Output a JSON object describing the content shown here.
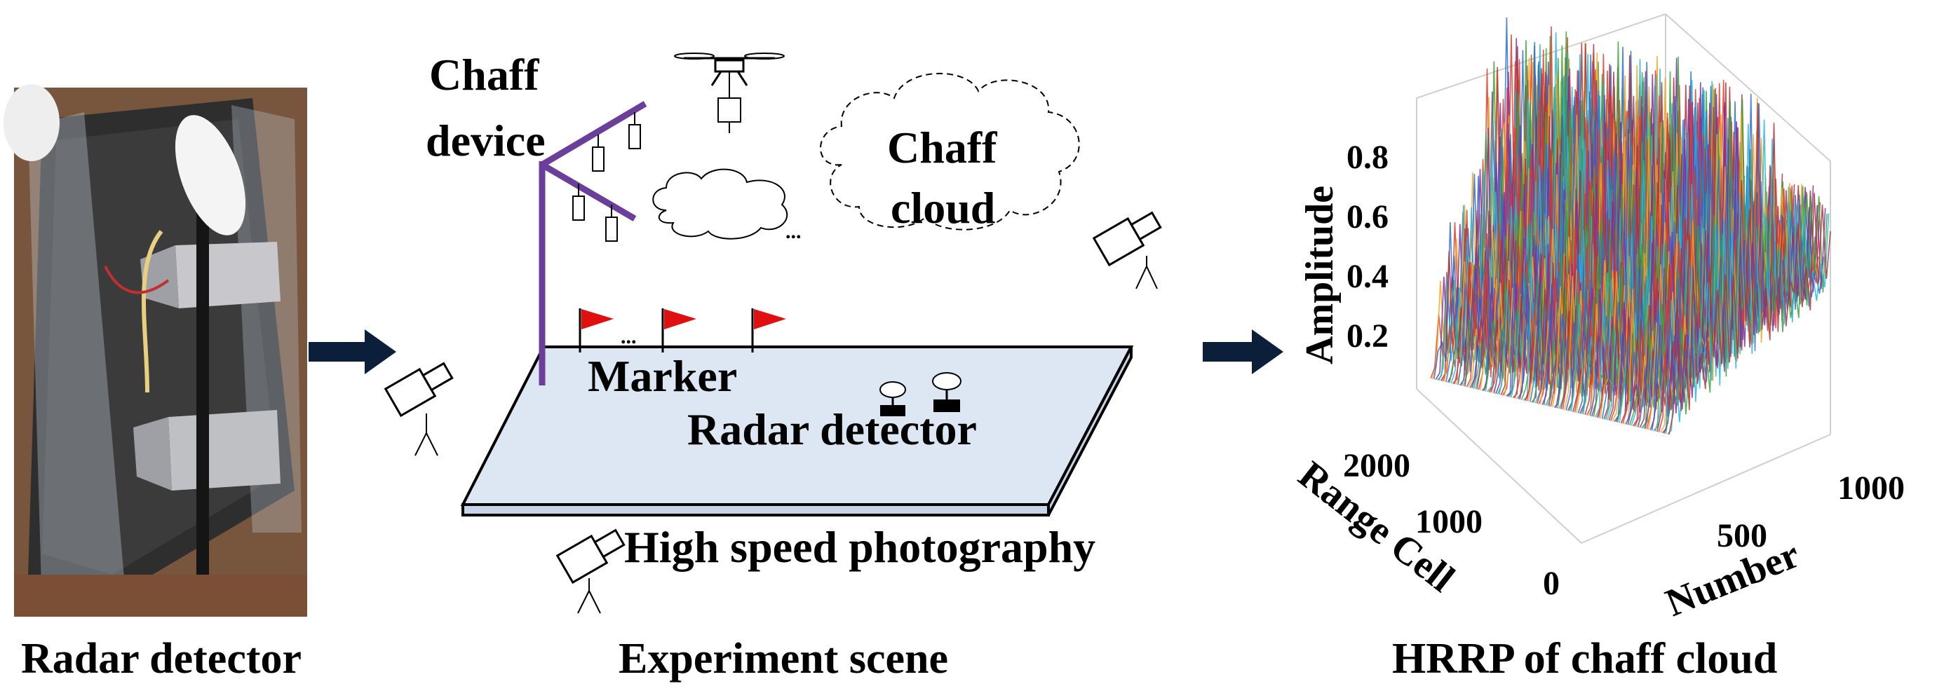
{
  "panels": {
    "left_caption": "Radar detector",
    "middle_caption": "Experiment scene",
    "right_caption": "HRRP of chaff cloud"
  },
  "scene": {
    "chaff_device_line1": "Chaff",
    "chaff_device_line2": "device",
    "chaff_cloud_line1": "Chaff",
    "chaff_cloud_line2": "cloud",
    "marker": "Marker",
    "radar_detector": "Radar detector",
    "high_speed_photography": "High speed photography",
    "ellipsis": "...",
    "ellipsis2": "..."
  },
  "colors": {
    "arrow": "#0b1f3a",
    "pole": "#6a3e9a",
    "flag": "#e01010",
    "platform": "#dde6f3"
  },
  "chart_data": {
    "type": "surface",
    "zlabel": "Amplitude",
    "ylabel": "Range Cell",
    "xlabel": "Number",
    "z_ticks": [
      "0.2",
      "0.4",
      "0.6",
      "0.8"
    ],
    "y_ticks": [
      "0",
      "1000",
      "2000"
    ],
    "x_ticks": [
      "500",
      "1000"
    ],
    "zlim": [
      0,
      1
    ],
    "series_colors": [
      "#e23b2a",
      "#f2a81d",
      "#2a6fd6",
      "#7b2fa8",
      "#3aa33a",
      "#22b8d8",
      "#b0303a"
    ]
  }
}
